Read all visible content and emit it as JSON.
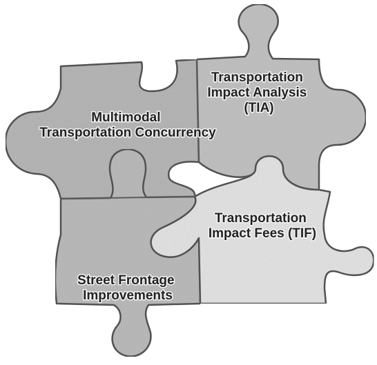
{
  "pieces": [
    {
      "id": "multimodal",
      "lines": [
        "Multimodal",
        "Transportation Concurrency"
      ],
      "fill": "#b9b9b9"
    },
    {
      "id": "tia",
      "lines": [
        "Transportation",
        "Impact Analysis",
        "(TIA)"
      ],
      "fill": "#c4c4c4"
    },
    {
      "id": "street",
      "lines": [
        "Street Frontage",
        "Improvements"
      ],
      "fill": "#bdbdbd"
    },
    {
      "id": "tif",
      "lines": [
        "Transportation",
        "Impact Fees (TIF)"
      ],
      "fill": "#e6e6e6"
    }
  ]
}
